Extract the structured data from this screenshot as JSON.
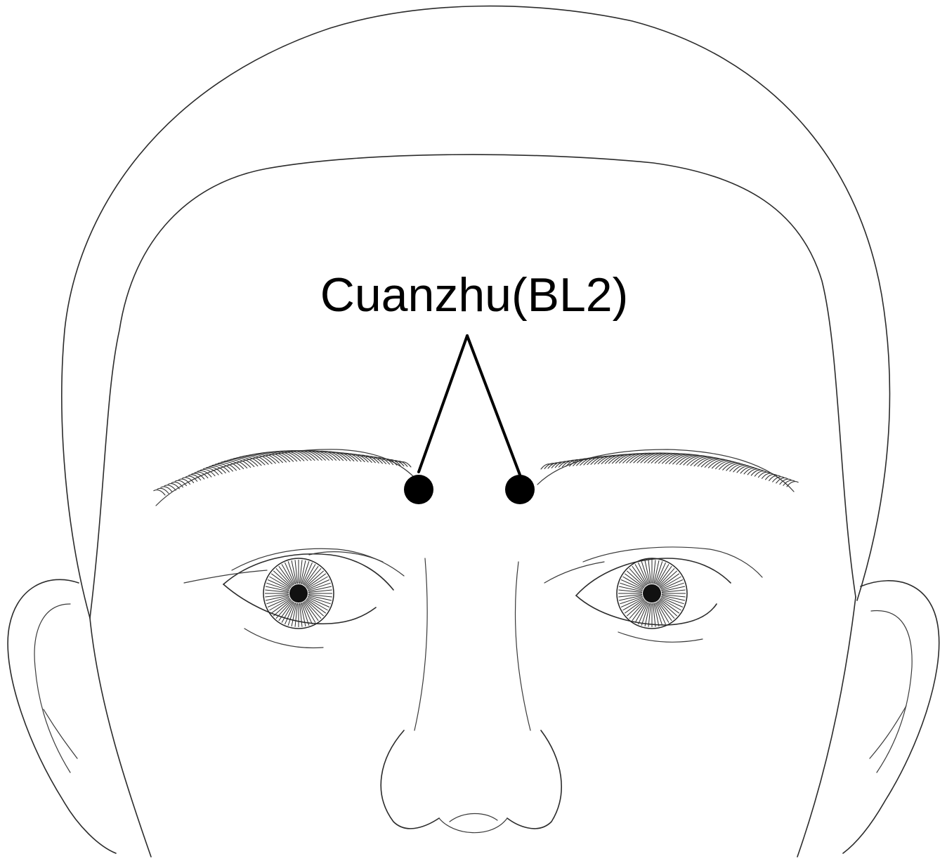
{
  "label": {
    "text": "Cuanzhu(BL2)"
  },
  "colors": {
    "line_art": "#2b2b2b",
    "marker": "#000000",
    "background": "#ffffff"
  },
  "points": [
    {
      "side": "left"
    },
    {
      "side": "right"
    }
  ]
}
